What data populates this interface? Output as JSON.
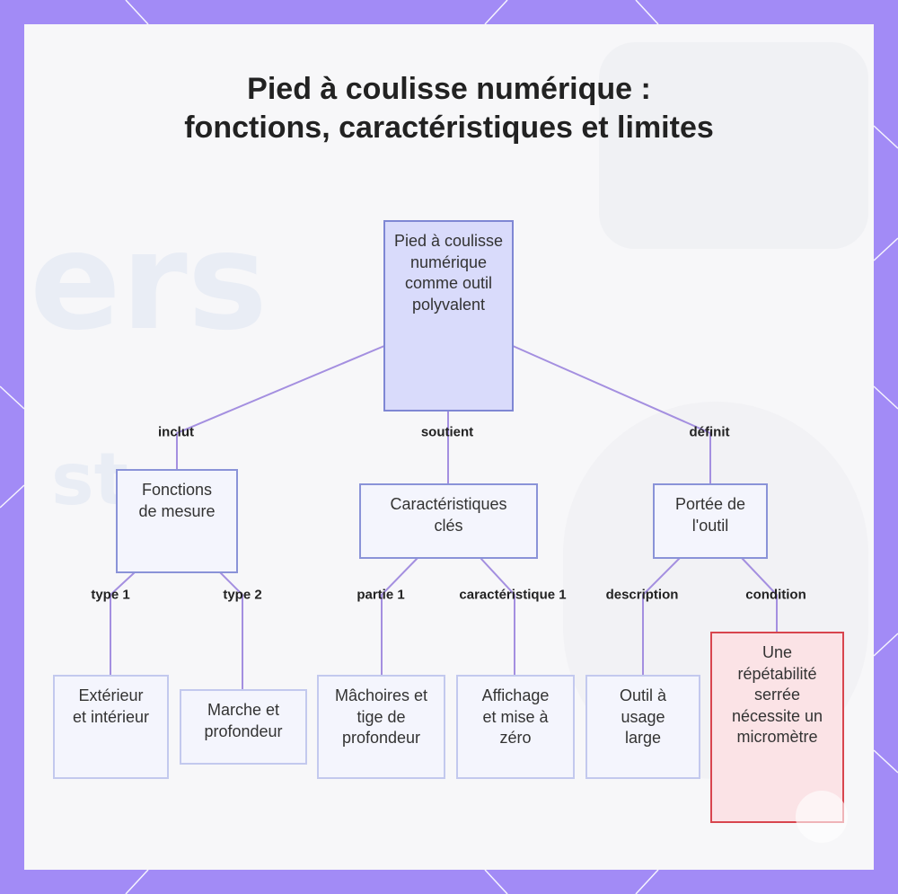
{
  "title": "Pied à coulisse numérique : fonctions, caractéristiques et limites",
  "watermark": {
    "word_large": "ers",
    "word_small": "st"
  },
  "colors": {
    "frame": "#a28bf6",
    "card": "#f7f7f9",
    "edge": "#a48fe0",
    "root_fill": "#d9dbfb",
    "node_fill": "#f4f5fd",
    "warning_fill": "#fbe3e6",
    "warning_border": "#d8454e"
  },
  "nodes": {
    "root": "Pied à coulisse numérique comme outil polyvalent",
    "measurement_functions": "Fonctions de mesure",
    "key_features": "Caractéristiques clés",
    "tool_scope": "Portée de l'outil",
    "outside_inside": "Extérieur et intérieur",
    "step_depth": "Marche et profondeur",
    "jaws_depth_rod": "Mâchoires et tige de profondeur",
    "display_zero": "Affichage et mise à zéro",
    "broad_use": "Outil à usage large",
    "micrometer_needed": "Une répétabilité serrée nécessite un micromètre"
  },
  "edge_labels": {
    "includes": "inclut",
    "supports": "soutient",
    "defines": "définit",
    "type_1": "type 1",
    "type_2": "type 2",
    "part_1": "partie 1",
    "feature_1": "caractéristique 1",
    "description": "description",
    "condition": "condition"
  },
  "icons": {
    "logo": "circle-badge-icon"
  }
}
